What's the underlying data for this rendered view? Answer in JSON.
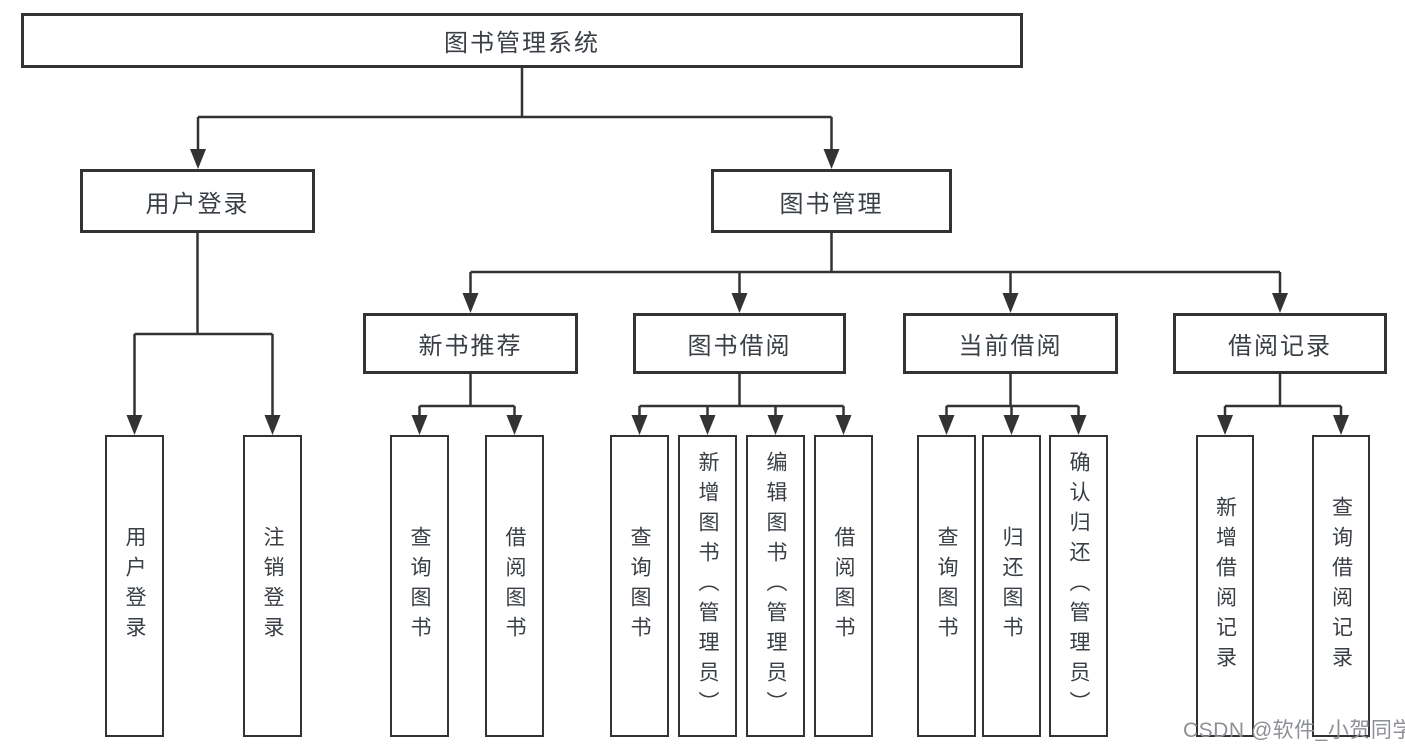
{
  "diagram": {
    "type": "function-tree",
    "root": {
      "label": "图书管理系统"
    },
    "level2": [
      {
        "label": "用户登录",
        "parent": "图书管理系统"
      },
      {
        "label": "图书管理",
        "parent": "图书管理系统"
      }
    ],
    "level3": [
      {
        "label": "新书推荐",
        "parent": "图书管理"
      },
      {
        "label": "图书借阅",
        "parent": "图书管理"
      },
      {
        "label": "当前借阅",
        "parent": "图书管理"
      },
      {
        "label": "借阅记录",
        "parent": "图书管理"
      }
    ],
    "leaves": [
      {
        "label": "用户登录",
        "parent": "用户登录"
      },
      {
        "label": "注销登录",
        "parent": "用户登录"
      },
      {
        "label": "查询图书",
        "parent": "新书推荐"
      },
      {
        "label": "借阅图书",
        "parent": "新书推荐"
      },
      {
        "label": "查询图书",
        "parent": "图书借阅"
      },
      {
        "label": "新增图书（管理员）",
        "parent": "图书借阅"
      },
      {
        "label": "编辑图书（管理员）",
        "parent": "图书借阅"
      },
      {
        "label": "借阅图书",
        "parent": "图书借阅"
      },
      {
        "label": "查询图书",
        "parent": "当前借阅"
      },
      {
        "label": "归还图书",
        "parent": "当前借阅"
      },
      {
        "label": "确认归还（管理员）",
        "parent": "当前借阅"
      },
      {
        "label": "新增借阅记录",
        "parent": "借阅记录"
      },
      {
        "label": "查询借阅记录",
        "parent": "借阅记录"
      }
    ],
    "watermark": "CSDN @软件_小贺同学",
    "colors": {
      "line": "#333333",
      "box_border": "#333333",
      "text": "#3a3f45",
      "watermark": "#8d9095",
      "background": "#ffffff"
    }
  }
}
